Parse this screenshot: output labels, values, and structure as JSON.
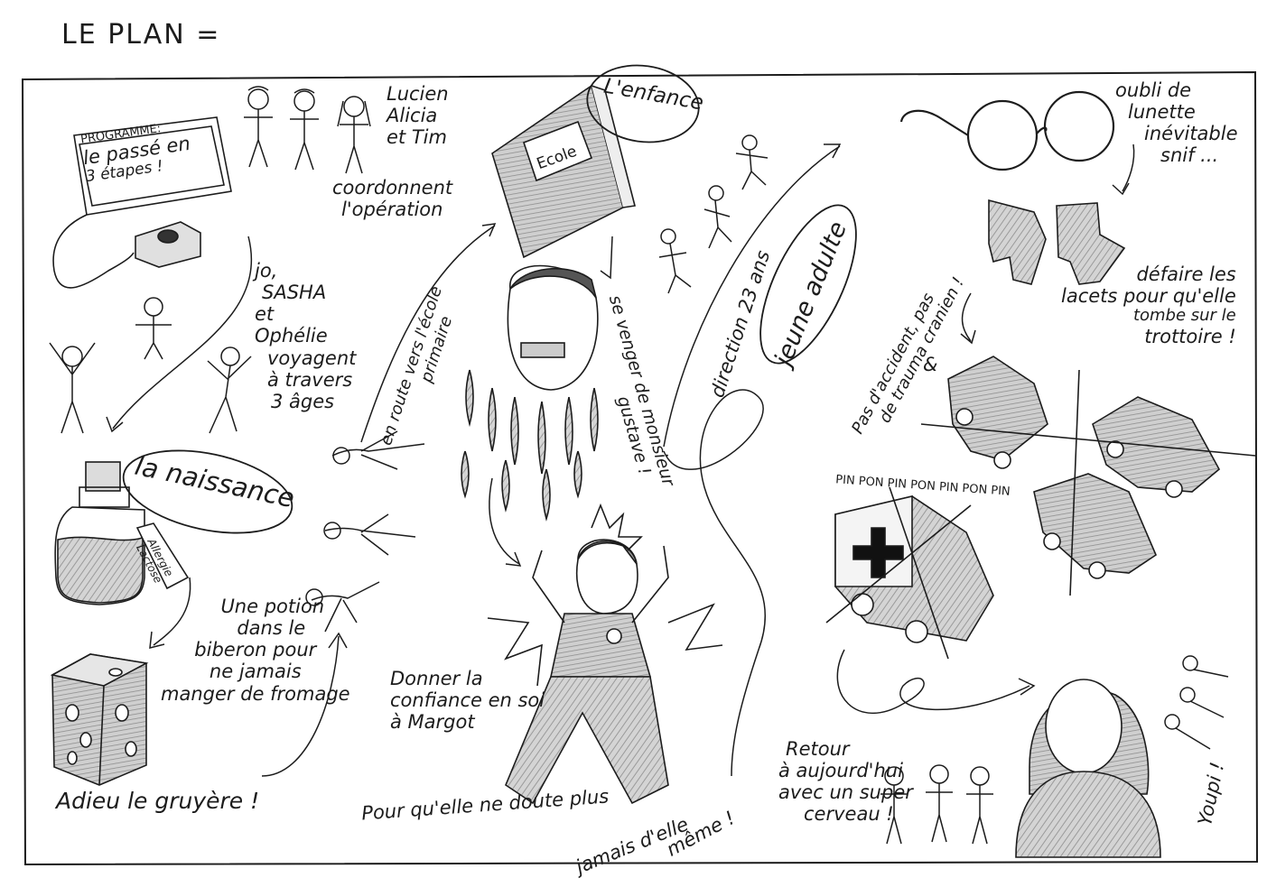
{
  "title": "LE PLAN =",
  "programme": {
    "header": "PROGRAMME:",
    "line1": "le passé en",
    "line2": "3 étapes !"
  },
  "coordinators": {
    "names_line1": "Lucien",
    "names_line2": "Alicia",
    "names_line3": "et Tim",
    "line4": "coordonnent",
    "line5": "l'opération"
  },
  "travelers": {
    "l1": "jo,",
    "l2": "SASHA",
    "l3": "et",
    "l4": "Ophélie",
    "l5": "voyagent",
    "l6": "à travers",
    "l7": "3 âges"
  },
  "stage_labels": {
    "birth": "la naissance",
    "childhood": "L'enfance",
    "young_adult": "jeune adulte"
  },
  "bottle_label": {
    "l1": "Allergie",
    "l2": "Lactose"
  },
  "potion_text": {
    "l1": "Une potion",
    "l2": "dans le",
    "l3": "biberon pour",
    "l4": "ne jamais",
    "l5": "manger de fromage"
  },
  "cheese_caption": "Adieu le gruyère !",
  "school_book": "Ecole",
  "en_route": {
    "l1": "en route vers l'école",
    "l2": "primaire"
  },
  "revenge": {
    "l1": "se venger de monsieur",
    "l2": "gustave !"
  },
  "confidence": {
    "l1": "Donner la",
    "l2": "confiance en soi",
    "l3": "à Margot",
    "l4": "Pour qu'elle ne doute plus",
    "l5": "jamais d'elle",
    "l6": "même !"
  },
  "direction": "direction 23 ans",
  "glasses_note": {
    "l1": "oubli de",
    "l2": "lunette",
    "l3": "inévitable",
    "l4": "snif ..."
  },
  "laces_note": {
    "l1": "défaire les",
    "l2": "lacets pour qu'elle",
    "l3": "tombe sur le",
    "l4": "trottoire !"
  },
  "accident_note": {
    "l1": "Pas d'accident, pas",
    "l2": "de trauma cranien !",
    "l3": "&"
  },
  "siren": "PIN PON PIN PON PIN PON PIN",
  "return_note": {
    "l1": "Retour",
    "l2": "à aujourd'hui",
    "l3": "avec un super",
    "l4": "cerveau !"
  },
  "youpi": "Youpi !",
  "colors": {
    "ink": "#1c1c1c",
    "pencil_fill": "#bdbdbd",
    "paper": "#ffffff"
  }
}
